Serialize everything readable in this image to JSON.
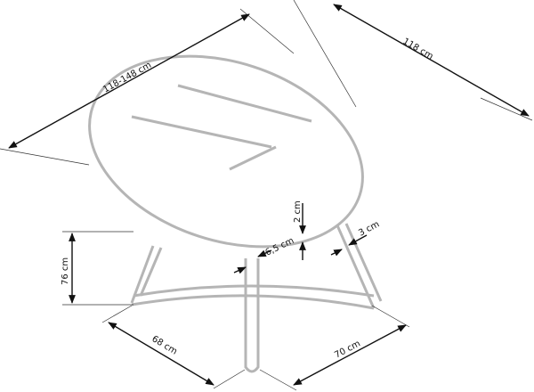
{
  "dimensions": {
    "extended_length": "118-148 cm",
    "width": "118 cm",
    "height": "76 cm",
    "base_left": "68 cm",
    "base_right": "70 cm",
    "top_thickness": "2 cm",
    "leg_width": "6,5 cm",
    "frame_width": "3 cm"
  },
  "colors": {
    "table_outline": "#b5b5b5",
    "dimension_lines": "#111111"
  }
}
